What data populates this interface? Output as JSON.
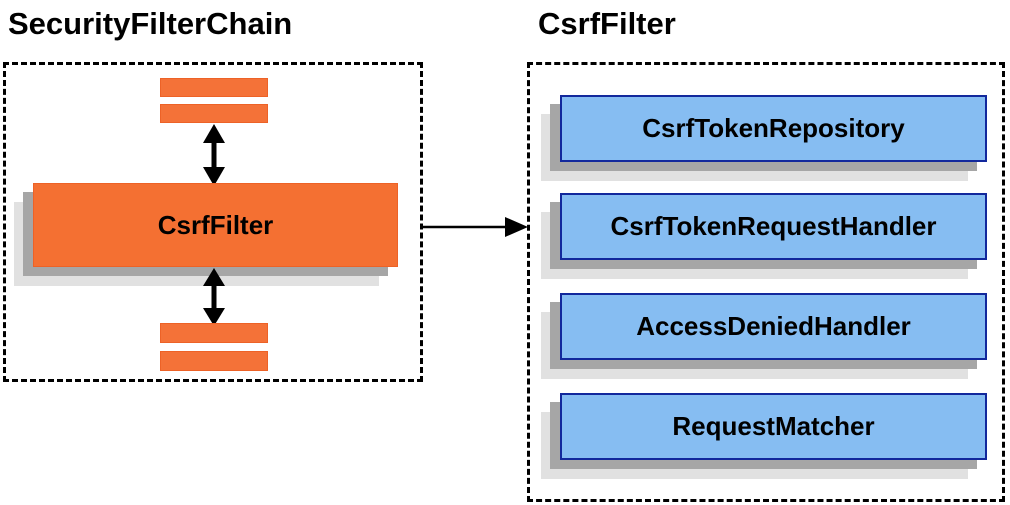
{
  "diagram": {
    "left_section": {
      "title": "SecurityFilterChain",
      "filter_box_label": "CsrfFilter",
      "placeholder_bars": 4
    },
    "right_section": {
      "title": "CsrfFilter",
      "components": [
        "CsrfTokenRepository",
        "CsrfTokenRequestHandler",
        "AccessDeniedHandler",
        "RequestMatcher"
      ]
    },
    "colors": {
      "orange_fill": "#F47032",
      "blue_fill": "#86BDF2",
      "blue_border": "#12289C",
      "shadow_dark": "#A6A6A6",
      "shadow_light": "#E1E1E1",
      "border_dashed": "#000000",
      "text": "#000000"
    }
  }
}
